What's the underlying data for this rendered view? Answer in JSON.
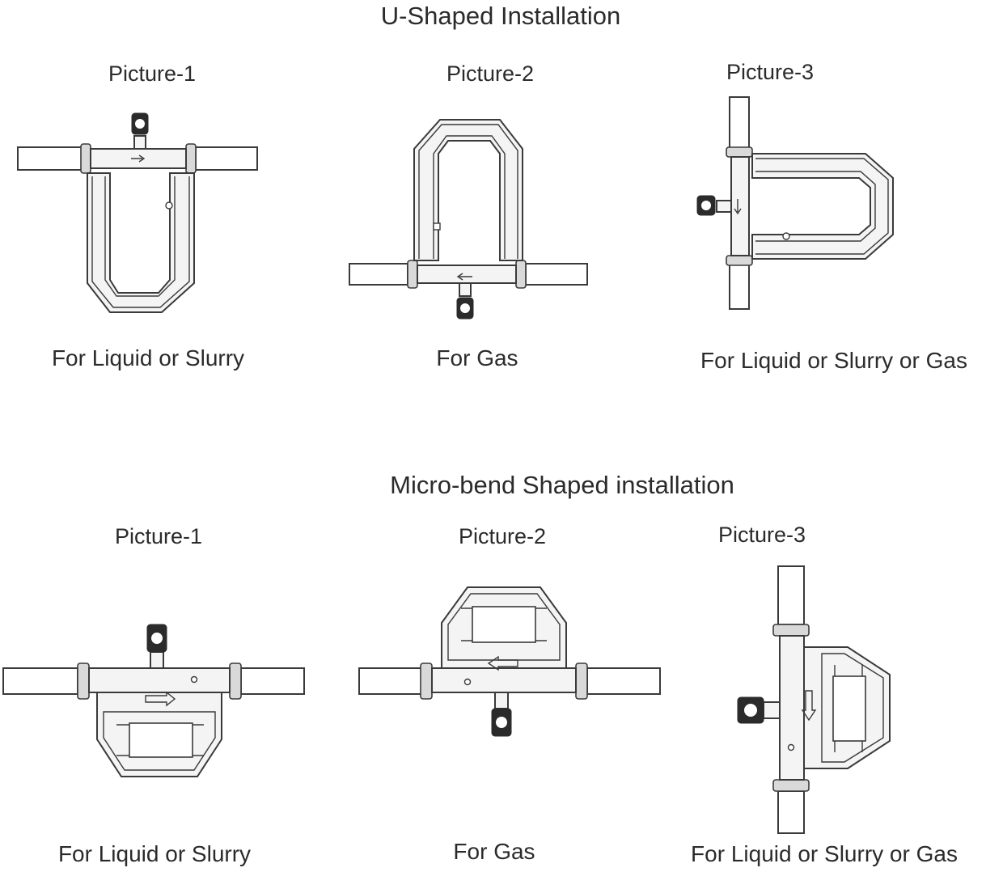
{
  "sections": [
    {
      "title": "U-Shaped Installation",
      "pictures": [
        {
          "label": "Picture-1",
          "caption": "For Liquid or Slurry"
        },
        {
          "label": "Picture-2",
          "caption": "For Gas"
        },
        {
          "label": "Picture-3",
          "caption": "For Liquid or Slurry or Gas"
        }
      ]
    },
    {
      "title": "Micro-bend Shaped installation",
      "pictures": [
        {
          "label": "Picture-1",
          "caption": "For Liquid or Slurry"
        },
        {
          "label": "Picture-2",
          "caption": "For Gas"
        },
        {
          "label": "Picture-3",
          "caption": "For Liquid or Slurry or Gas"
        }
      ]
    }
  ]
}
